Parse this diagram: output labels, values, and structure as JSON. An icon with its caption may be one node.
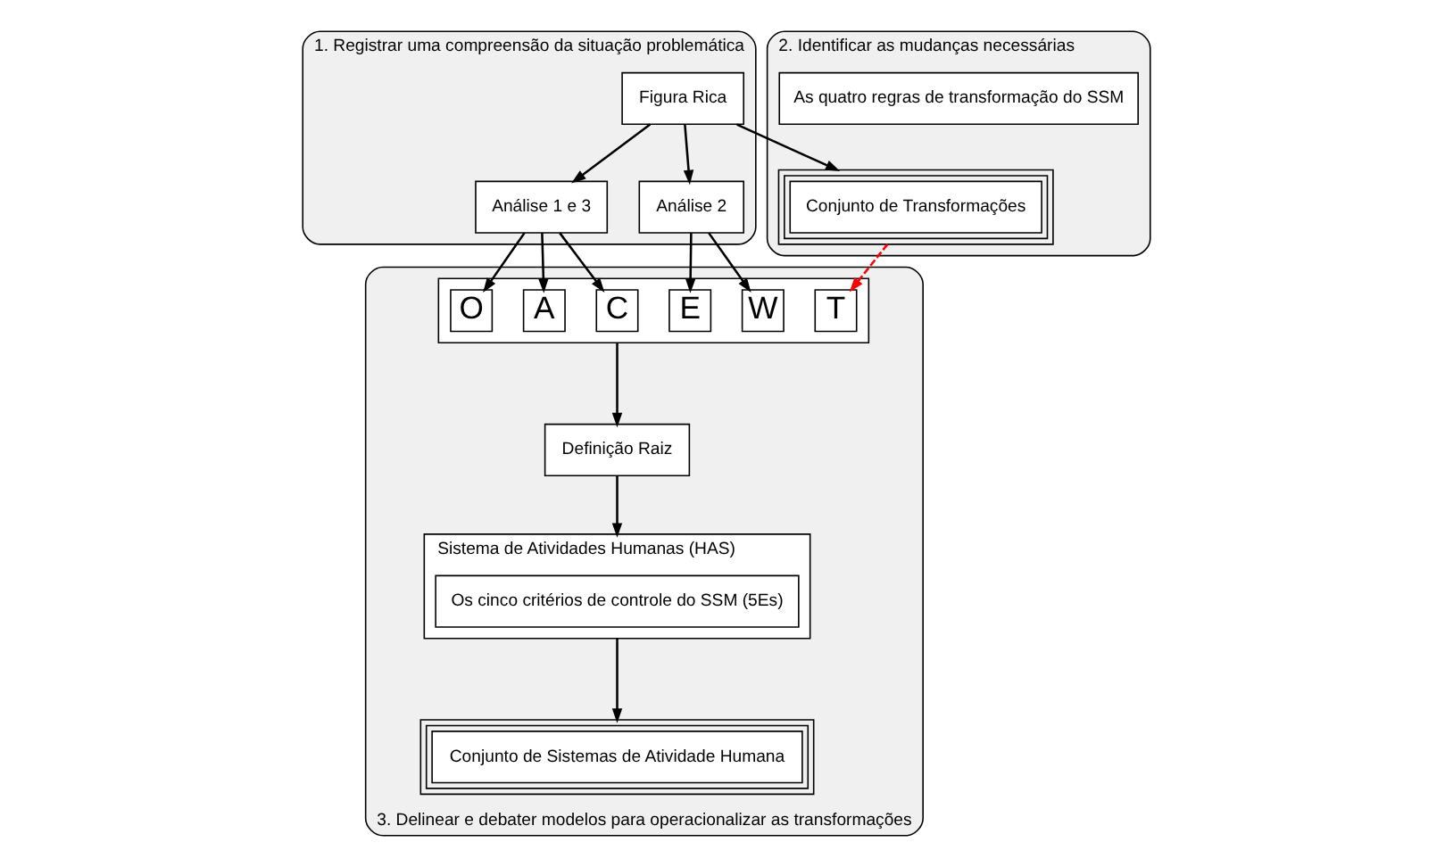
{
  "diagram": {
    "nodes": [
      {
        "text": [
          "1. Registrar uma compreensão da situação problemática"
        ]
      },
      {
        "text": [
          "Figura Rica"
        ],
        "in": 0
      },
      {
        "text": [
          "Análise 1 e 3"
        ],
        "in": 0
      },
      {
        "text": [
          "Análise 2"
        ],
        "in": 0
      },
      {
        "text": [
          "2. Identificar as mudanças necessárias"
        ]
      },
      {
        "text": [
          "Conjunto de Transformações"
        ],
        "in": 4
      },
      {
        "text": [
          "As quatro regras de transformação do SSM"
        ],
        "in": 4
      },
      {
        "text": [
          "3. Delinear e debater modelos para operacionalizar as transformações"
        ]
      },
      {
        "text": [],
        "shape": "box",
        "in": 7
      },
      {
        "text": [
          "C"
        ],
        "in": 8
      },
      {
        "text": [
          "A"
        ],
        "in": 8
      },
      {
        "text": [
          "T"
        ],
        "in": 8
      },
      {
        "text": [
          "W"
        ],
        "in": 8
      },
      {
        "text": [
          "O"
        ],
        "in": 8
      },
      {
        "text": [
          "E"
        ],
        "in": 8
      },
      {
        "text": [
          "Definição Raiz"
        ],
        "in": 7
      },
      {
        "text": [
          "Sistema de Atividades Humanas (HAS)"
        ],
        "in": 7
      },
      {
        "text": [
          "Os cinco critérios de controle do SSM (5Es)"
        ],
        "in": 16
      },
      {
        "text": [
          "Conjunto de Sistemas de Atividade Humana"
        ],
        "in": 7
      }
    ],
    "edges": [
      {
        "from": 1,
        "to": 2,
        "arrow": "to"
      },
      {
        "from": 1,
        "to": 3,
        "arrow": "to"
      },
      {
        "from": 1,
        "to": 5,
        "arrow": "to"
      },
      {
        "from": 2,
        "to": 9,
        "arrow": "to"
      },
      {
        "from": 2,
        "to": 10,
        "arrow": "to"
      },
      {
        "from": 2,
        "to": 13,
        "arrow": "to"
      },
      {
        "from": 3,
        "to": 12,
        "arrow": "to"
      },
      {
        "from": 3,
        "to": 14,
        "arrow": "to"
      },
      {
        "from": 5,
        "to": 11,
        "arrow": "to",
        "style": "dashed",
        "color": "#ff0000"
      },
      {
        "from": 8,
        "to": 15,
        "arrow": "to"
      },
      {
        "from": 15,
        "to": 16,
        "arrow": "to"
      },
      {
        "from": 16,
        "to": 18,
        "arrow": "to"
      }
    ]
  }
}
